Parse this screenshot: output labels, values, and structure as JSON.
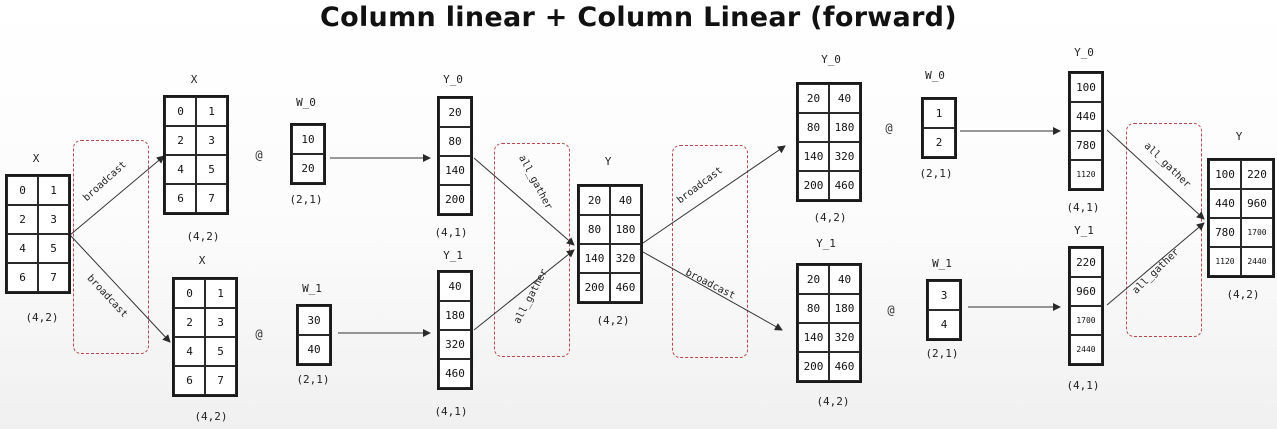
{
  "title": "Column linear + Column Linear (forward)",
  "x_input": {
    "label": "X",
    "values": [
      [
        "0",
        "1"
      ],
      [
        "2",
        "3"
      ],
      [
        "4",
        "5"
      ],
      [
        "6",
        "7"
      ]
    ],
    "shape": "(4,2)"
  },
  "broadcast_label": "broadcast",
  "all_gather_label": "all_gather",
  "matmul_symbol": "@",
  "layer1": {
    "rank0": {
      "x_label": "X",
      "x_values": [
        [
          "0",
          "1"
        ],
        [
          "2",
          "3"
        ],
        [
          "4",
          "5"
        ],
        [
          "6",
          "7"
        ]
      ],
      "x_shape": "(4,2)",
      "w_label": "W_0",
      "w_values": [
        [
          "10"
        ],
        [
          "20"
        ]
      ],
      "w_shape": "(2,1)",
      "y_label": "Y_0",
      "y_values": [
        [
          "20"
        ],
        [
          "80"
        ],
        [
          "140"
        ],
        [
          "200"
        ]
      ],
      "y_shape": "(4,1)"
    },
    "rank1": {
      "x_label": "X",
      "x_values": [
        [
          "0",
          "1"
        ],
        [
          "2",
          "3"
        ],
        [
          "4",
          "5"
        ],
        [
          "6",
          "7"
        ]
      ],
      "x_shape": "(4,2)",
      "w_label": "W_1",
      "w_values": [
        [
          "30"
        ],
        [
          "40"
        ]
      ],
      "w_shape": "(2,1)",
      "y_label": "Y_1",
      "y_values": [
        [
          "40"
        ],
        [
          "180"
        ],
        [
          "320"
        ],
        [
          "460"
        ]
      ],
      "y_shape": "(4,1)"
    }
  },
  "y_gathered": {
    "label": "Y",
    "values": [
      [
        "20",
        "40"
      ],
      [
        "80",
        "180"
      ],
      [
        "140",
        "320"
      ],
      [
        "200",
        "460"
      ]
    ],
    "shape": "(4,2)"
  },
  "layer2": {
    "rank0": {
      "y_label": "Y_0",
      "y_values": [
        [
          "20",
          "40"
        ],
        [
          "80",
          "180"
        ],
        [
          "140",
          "320"
        ],
        [
          "200",
          "460"
        ]
      ],
      "y_shape": "(4,2)",
      "w_label": "W_0",
      "w_values": [
        [
          "1"
        ],
        [
          "2"
        ]
      ],
      "w_shape": "(2,1)",
      "out_label": "Y_0",
      "out_values": [
        [
          "100"
        ],
        [
          "440"
        ],
        [
          "780"
        ],
        [
          "1120"
        ]
      ],
      "out_shape": "(4,1)"
    },
    "rank1": {
      "y_label": "Y_1",
      "y_values": [
        [
          "20",
          "40"
        ],
        [
          "80",
          "180"
        ],
        [
          "140",
          "320"
        ],
        [
          "200",
          "460"
        ]
      ],
      "y_shape": "(4,2)",
      "w_label": "W_1",
      "w_values": [
        [
          "3"
        ],
        [
          "4"
        ]
      ],
      "w_shape": "(2,1)",
      "out_label": "Y_1",
      "out_values": [
        [
          "220"
        ],
        [
          "960"
        ],
        [
          "1700"
        ],
        [
          "2440"
        ]
      ],
      "out_shape": "(4,1)"
    }
  },
  "final_output": {
    "label": "Y",
    "values": [
      [
        "100",
        "220"
      ],
      [
        "440",
        "960"
      ],
      [
        "780",
        "1700"
      ],
      [
        "1120",
        "2440"
      ]
    ],
    "shape": "(4,2)"
  }
}
